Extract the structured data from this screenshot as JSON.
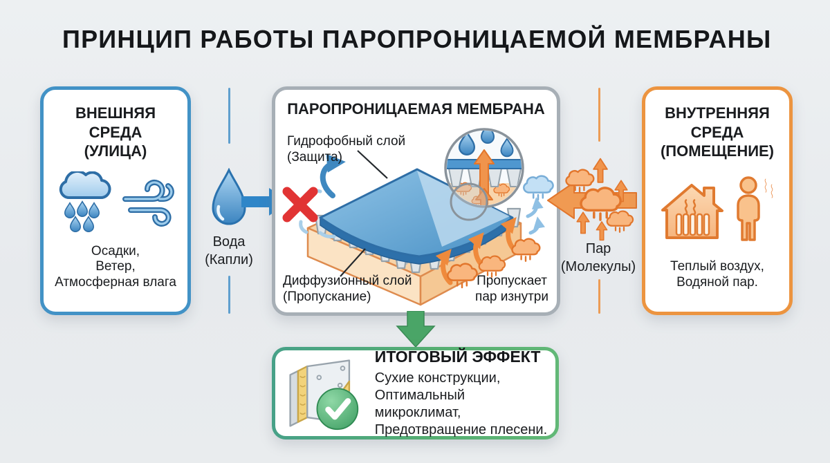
{
  "title": "ПРИНЦИП РАБОТЫ ПАРОПРОНИЦАЕМОЙ МЕМБРАНЫ",
  "colors": {
    "background": "#e8ebee",
    "blue_accent": "#2f86c8",
    "orange_accent": "#ef8a3c",
    "green_accent": "#4aa567",
    "red_cross": "#e13434",
    "gray_border": "#a7afb6",
    "blue_border": "#4292c6",
    "orange_border": "#ec9440"
  },
  "boxes": {
    "external": {
      "title_lines": [
        "ВНЕШНЯЯ",
        "СРЕДА",
        "(УЛИЦА)"
      ],
      "description_lines": [
        "Осадки,",
        "Ветер,",
        "Атмосферная влага"
      ],
      "icons": [
        "rain-cloud-icon",
        "wind-icon"
      ]
    },
    "membrane": {
      "title": "ПАРОПРОНИЦАЕМАЯ МЕМБРАНА",
      "labels": {
        "hydrophobic": {
          "line1": "Гидрофобный слой",
          "line2": "(Защита)"
        },
        "diffusion": {
          "line1": "Диффузионный слой",
          "line2": "(Пропускание)"
        },
        "vapor_pass": {
          "line1": "Пропускает",
          "line2": "пар изнутри"
        }
      },
      "icons": [
        "membrane-layers-icon",
        "magnifier-detail-icon",
        "red-cross-icon"
      ]
    },
    "internal": {
      "title_lines": [
        "ВНУТРЕННЯЯ",
        "СРЕДА",
        "(ПОМЕЩЕНИЕ)"
      ],
      "description_lines": [
        "Теплый воздух,",
        "Водяной пар."
      ],
      "icons": [
        "house-heating-icon",
        "person-icon"
      ]
    },
    "effect": {
      "title": "ИТОГОВЫЙ ЭФФЕКТ",
      "description_lines": [
        "Сухие конструкции,",
        "Оптимальный микроклимат,",
        "Предотвращение плесени."
      ],
      "icons": [
        "wall-section-icon",
        "check-circle-icon"
      ]
    }
  },
  "connectors": {
    "water": {
      "line1": "Вода",
      "line2": "(Капли)",
      "icon": "water-drop-icon"
    },
    "vapor": {
      "line1": "Пар",
      "line2": "(Молекулы)",
      "icon": "steam-cloud-icon"
    }
  }
}
